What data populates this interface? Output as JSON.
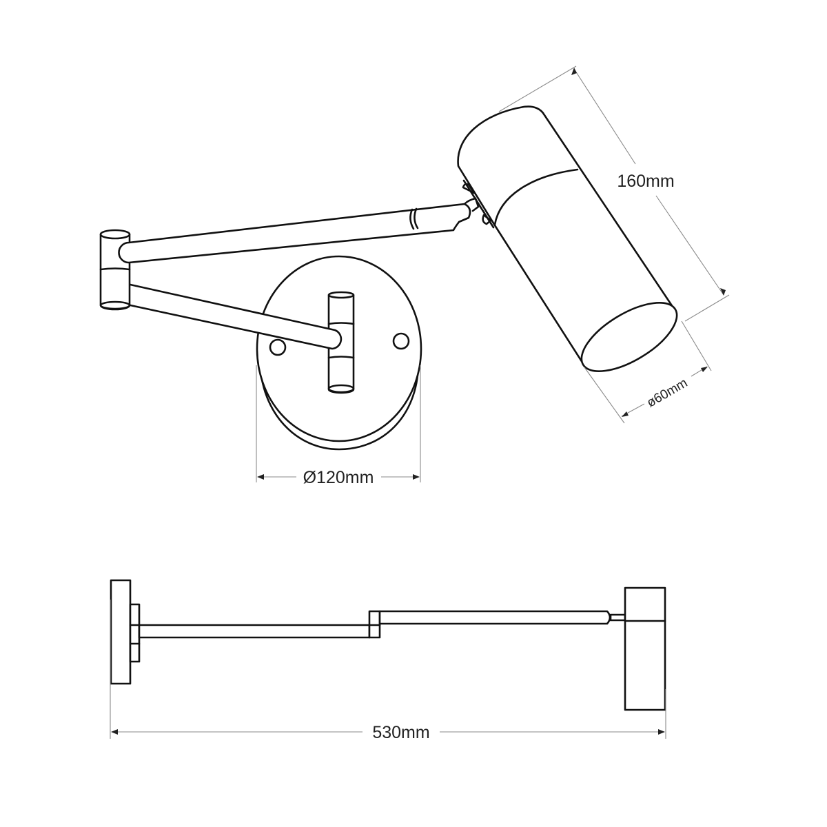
{
  "dimensions": {
    "head_length": "160mm",
    "head_diameter": "ø60mm",
    "base_diameter": "Ø120mm",
    "total_reach": "530mm"
  },
  "colors": {
    "line": "#111111",
    "dimension_line": "#8a8a8a",
    "background": "#ffffff"
  }
}
